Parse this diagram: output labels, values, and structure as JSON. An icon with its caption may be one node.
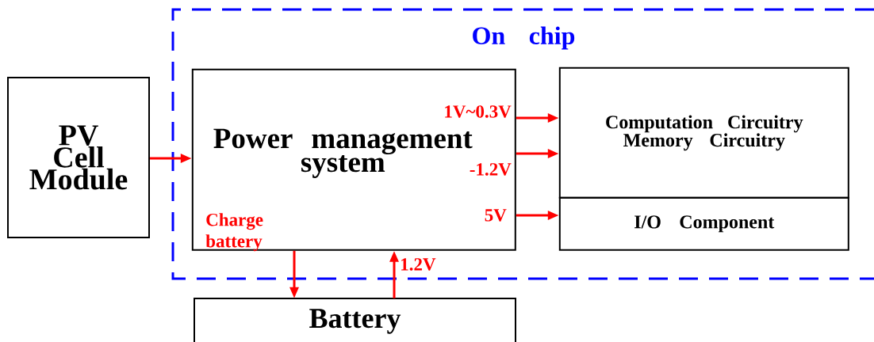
{
  "diagram": {
    "nodes": [
      {
        "text": [
          "PV Cell Module"
        ]
      },
      {
        "text": [
          "On chip"
        ]
      },
      {
        "text": [
          "Power management system"
        ],
        "in": 1
      },
      {
        "text": [
          "Computation Circuitry Memory Circuitry"
        ],
        "in": 1
      },
      {
        "text": [
          "I/O Component"
        ],
        "in": 1
      },
      {
        "text": [
          "Battery"
        ]
      }
    ],
    "edges": [
      {
        "from": 0,
        "to": 2,
        "arrow": "to"
      },
      {
        "from": 2,
        "to": 3,
        "arrow": "to",
        "label": "1V~0.3V"
      },
      {
        "from": 2,
        "to": 3,
        "arrow": "to",
        "label": "-1.2V"
      },
      {
        "from": 2,
        "to": 4,
        "arrow": "to",
        "label": "5V"
      },
      {
        "from": 2,
        "to": 5,
        "arrow": "to",
        "label": "Charge battery"
      },
      {
        "from": 5,
        "to": 2,
        "arrow": "to",
        "label": "1.2V"
      }
    ]
  }
}
